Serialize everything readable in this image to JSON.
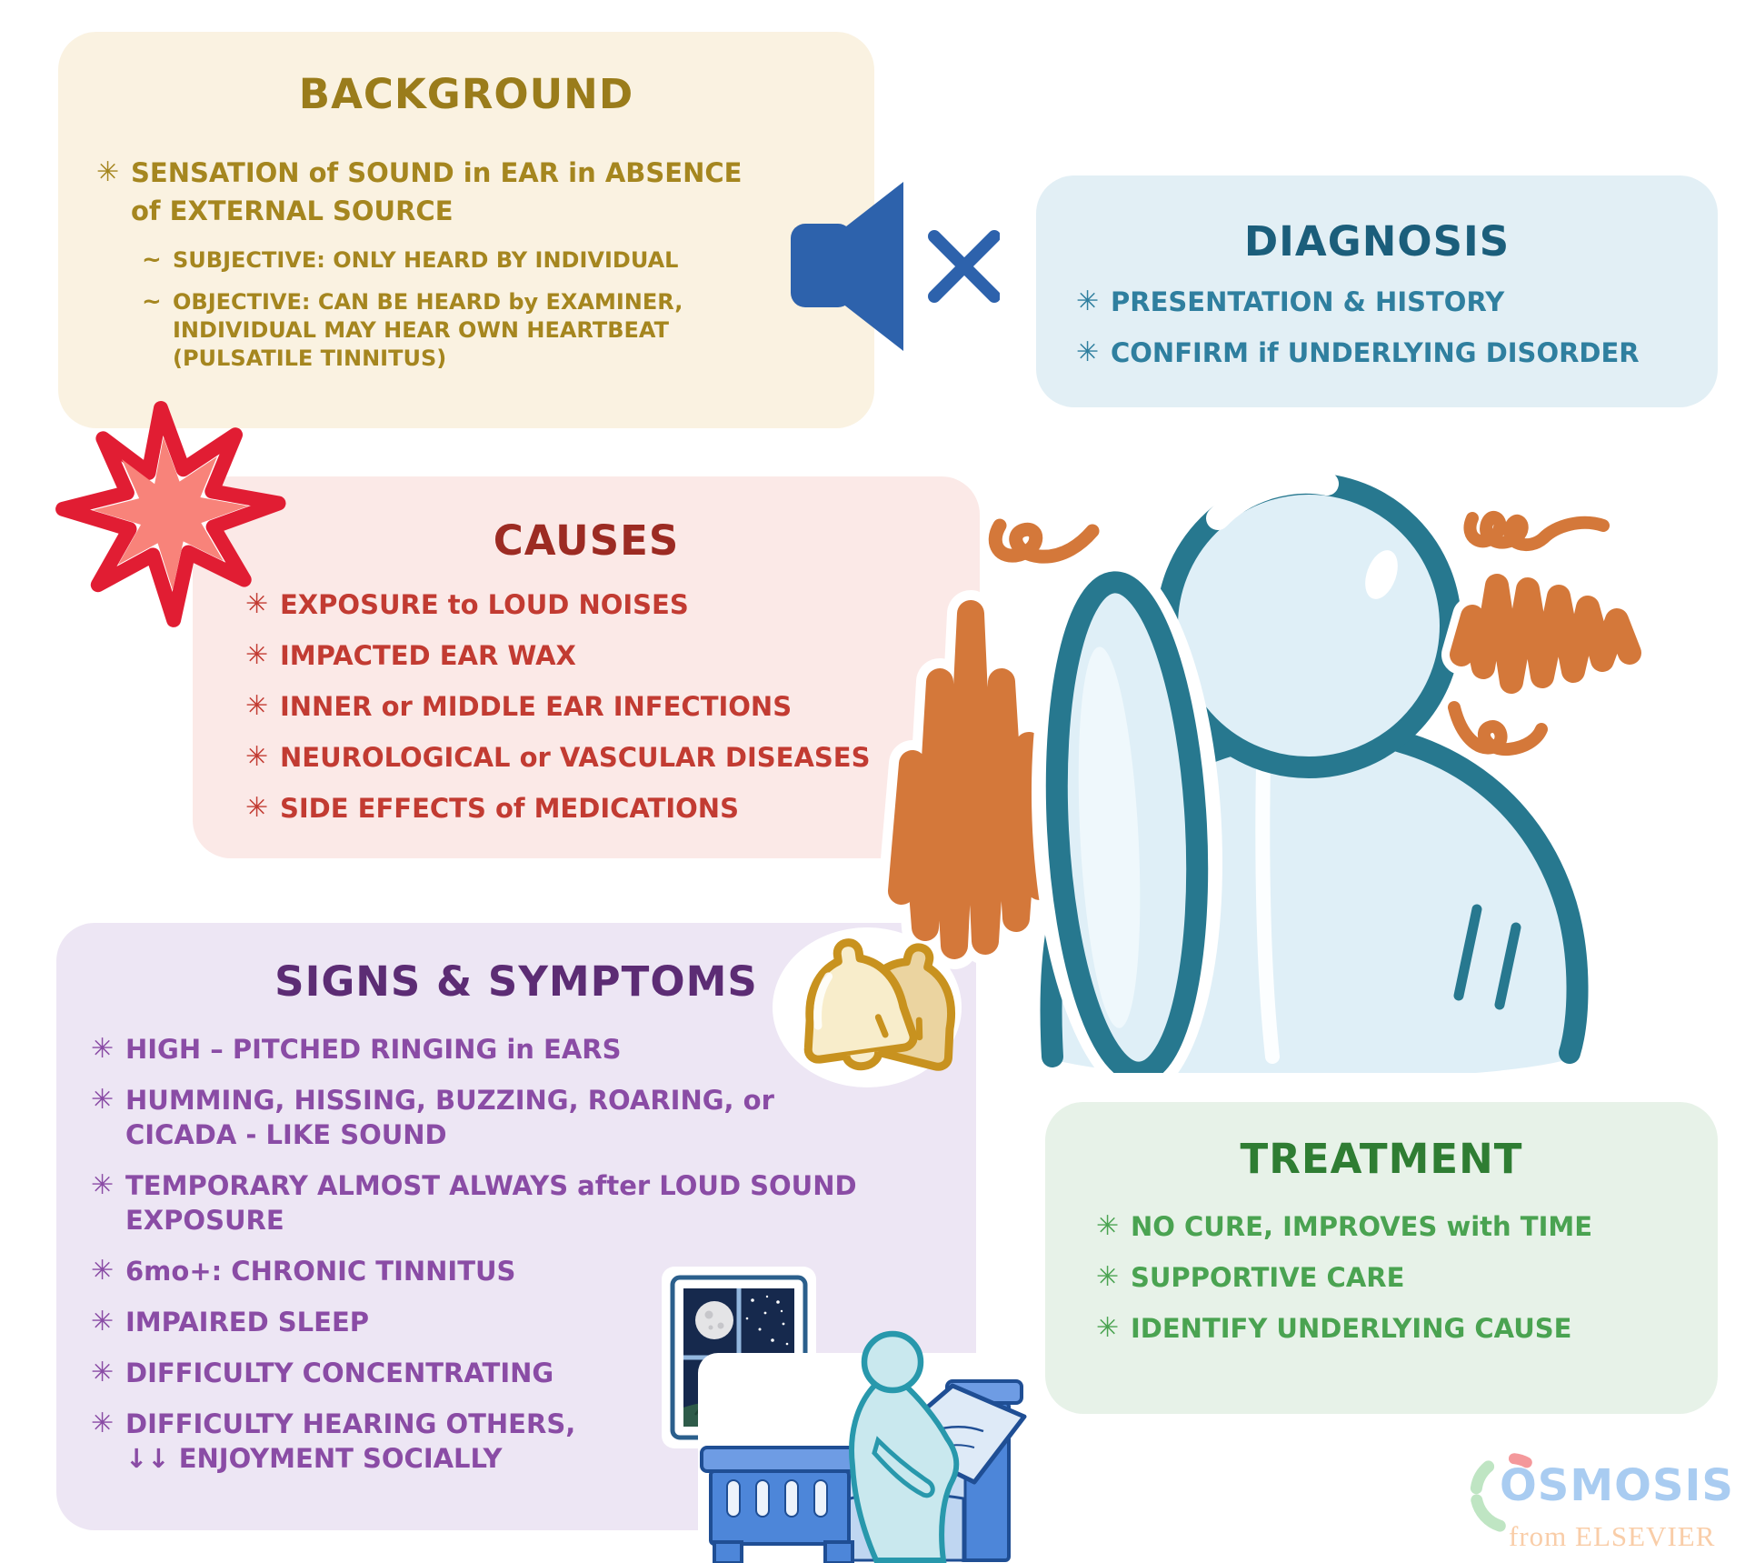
{
  "bullets": {
    "marker": "✳",
    "sub_marker": "~"
  },
  "sections": {
    "background": {
      "title": "BACKGROUND",
      "item": "SENSATION of SOUND in EAR in ABSENCE\nof EXTERNAL SOURCE",
      "subitems": [
        "SUBJECTIVE: ONLY HEARD BY INDIVIDUAL",
        "OBJECTIVE: CAN BE HEARD by EXAMINER,\nINDIVIDUAL MAY HEAR OWN HEARTBEAT\n(PULSATILE TINNITUS)"
      ],
      "colors": {
        "panel": "#FAF2E1",
        "title": "#9A7C1B",
        "text": "#A5861F"
      }
    },
    "diagnosis": {
      "title": "DIAGNOSIS",
      "items": [
        "PRESENTATION & HISTORY",
        "CONFIRM if UNDERLYING DISORDER"
      ],
      "colors": {
        "panel": "#E2EFF5",
        "title": "#1B5E7B",
        "text": "#2F7F9F"
      }
    },
    "causes": {
      "title": "CAUSES",
      "items": [
        "EXPOSURE to LOUD NOISES",
        "IMPACTED EAR WAX",
        "INNER or MIDDLE EAR INFECTIONS",
        "NEUROLOGICAL or VASCULAR DISEASES",
        "SIDE EFFECTS of MEDICATIONS"
      ],
      "colors": {
        "panel": "#FBE9E7",
        "title": "#9C2B23",
        "text": "#C23B32"
      }
    },
    "signs": {
      "title": "SIGNS & SYMPTOMS",
      "items": [
        "HIGH – PITCHED RINGING in EARS",
        "HUMMING, HISSING, BUZZING, ROARING, or\nCICADA - LIKE SOUND",
        "TEMPORARY ALMOST ALWAYS after LOUD SOUND\nEXPOSURE",
        "6mo+: CHRONIC TINNITUS",
        "IMPAIRED SLEEP",
        "DIFFICULTY CONCENTRATING",
        "DIFFICULTY HEARING OTHERS,\n↓↓ ENJOYMENT SOCIALLY"
      ],
      "colors": {
        "panel": "#EDE6F4",
        "title": "#5C2C74",
        "text": "#8A4CA5"
      }
    },
    "treatment": {
      "title": "TREATMENT",
      "items": [
        "NO CURE, IMPROVES with TIME",
        "SUPPORTIVE CARE",
        "IDENTIFY UNDERLYING CAUSE"
      ],
      "colors": {
        "panel": "#E7F2E8",
        "title": "#2F7D33",
        "text": "#4AA351"
      }
    }
  },
  "icons": {
    "muted_speaker": "speaker-with-x",
    "starburst": "eight-point-star",
    "bell": "double-ringing-bell",
    "noise_scribbles": "orange-sound-scribbles",
    "person_covering_ear": "person-with-hand-on-ear",
    "night_window": "window-with-moon-and-stars",
    "person_on_bed": "person-sitting-on-bed-sleepless"
  },
  "accent_colors": {
    "speaker_blue": "#2D62AC",
    "starburst_outline": "#E11D33",
    "starburst_fill": "#F8837A",
    "scribble_orange": "#D4783A",
    "person_outline": "#27788F",
    "person_fill": "#DFEFF7",
    "bell_gold": "#C8921F",
    "bed_blue": "#4D86D9"
  },
  "logo": {
    "brand": "OSMOSIS",
    "tagline": "from ELSEVIER",
    "brand_color": "#A9CCF1",
    "tagline_color": "#F9CDA8"
  }
}
